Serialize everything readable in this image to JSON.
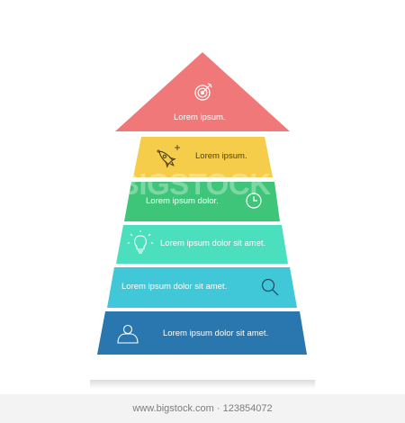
{
  "diagram": {
    "levels": [
      {
        "label": "Lorem ipsum.",
        "color": "#f07879",
        "icon": "target-icon"
      },
      {
        "label": "Lorem ipsum.",
        "color": "#f5cd4a",
        "icon": "rocket-icon"
      },
      {
        "label": "Lorem ipsum dolor.",
        "color": "#3ec57a",
        "icon": "clock-icon"
      },
      {
        "label": "Lorem ipsum dolor sit amet.",
        "color": "#4cdfbd",
        "icon": "lightbulb-icon"
      },
      {
        "label": "Lorem ipsum dolor sit amet.",
        "color": "#40c8d8",
        "icon": "magnifier-icon"
      },
      {
        "label": "Lorem ipsum dolor sit amet.",
        "color": "#2a77b0",
        "icon": "user-icon"
      }
    ]
  },
  "watermark": "BIGSTOCK",
  "footer": {
    "text": "www.bigstock.com · 123854072"
  }
}
